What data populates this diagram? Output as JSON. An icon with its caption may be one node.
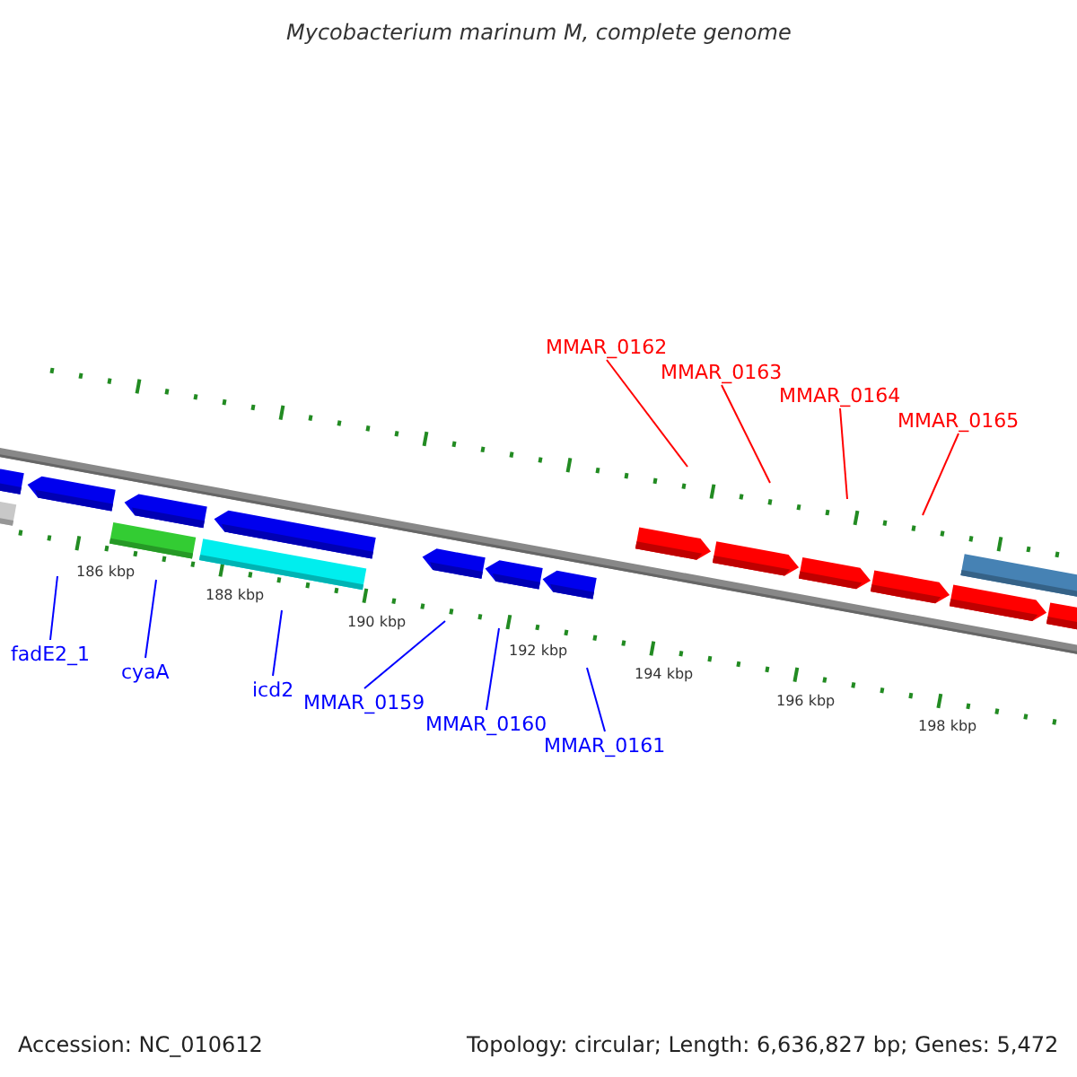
{
  "diagram": {
    "title": "Mycobacterium marinum M, complete genome",
    "nodes": [
      {
        "text": [
          "fadE2_1"
        ]
      },
      {
        "text": [
          "cyaA"
        ]
      },
      {
        "text": [
          "icd2"
        ]
      },
      {
        "text": [
          "MMAR_0159"
        ]
      },
      {
        "text": [
          "MMAR_0160"
        ]
      },
      {
        "text": [
          "MMAR_0161"
        ]
      },
      {
        "text": [
          "MMAR_0162"
        ]
      },
      {
        "text": [
          "MMAR_0163"
        ]
      },
      {
        "text": [
          "MMAR_0164"
        ]
      },
      {
        "text": [
          "MMAR_0165"
        ]
      }
    ],
    "edges": [
      {
        "from": 0,
        "to": null,
        "arrow": "none"
      },
      {
        "from": 1,
        "to": null,
        "arrow": "none"
      },
      {
        "from": 2,
        "to": null,
        "arrow": "none"
      },
      {
        "from": 3,
        "to": null,
        "arrow": "none"
      },
      {
        "from": 4,
        "to": null,
        "arrow": "none"
      },
      {
        "from": 5,
        "to": null,
        "arrow": "none"
      },
      {
        "from": 6,
        "to": null,
        "arrow": "none",
        "color": "#ff0000"
      },
      {
        "from": 7,
        "to": null,
        "arrow": "none",
        "color": "#ff0000"
      },
      {
        "from": 8,
        "to": null,
        "arrow": "none",
        "color": "#ff0000"
      },
      {
        "from": 9,
        "to": null,
        "arrow": "none",
        "color": "#ff0000"
      }
    ],
    "labels": [
      "186 kbp",
      "188 kbp",
      "190 kbp",
      "192 kbp",
      "194 kbp",
      "196 kbp",
      "198 kbp",
      "Accession: NC_010612",
      "Topology: circular; Length: 6,636,827 bp; Genes: 5,472"
    ]
  }
}
